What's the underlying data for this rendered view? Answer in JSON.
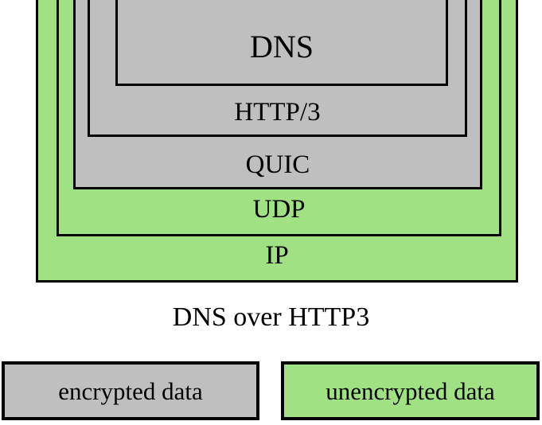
{
  "diagram": {
    "caption": "DNS over HTTP3",
    "colors": {
      "encrypted": "#bfbfbf",
      "unencrypted": "#a0e184",
      "border": "#000000",
      "background": "#ffffff"
    },
    "layers": [
      {
        "label": "IP",
        "encryption": "unencrypted",
        "depth": 0
      },
      {
        "label": "UDP",
        "encryption": "unencrypted",
        "depth": 1
      },
      {
        "label": "QUIC",
        "encryption": "encrypted",
        "depth": 2
      },
      {
        "label": "HTTP/3",
        "encryption": "encrypted",
        "depth": 3
      },
      {
        "label": "DNS",
        "encryption": "encrypted",
        "depth": 4
      }
    ]
  },
  "legend": {
    "items": [
      {
        "label": "encrypted data",
        "color": "#bfbfbf"
      },
      {
        "label": "unencrypted data",
        "color": "#a0e184"
      }
    ]
  }
}
